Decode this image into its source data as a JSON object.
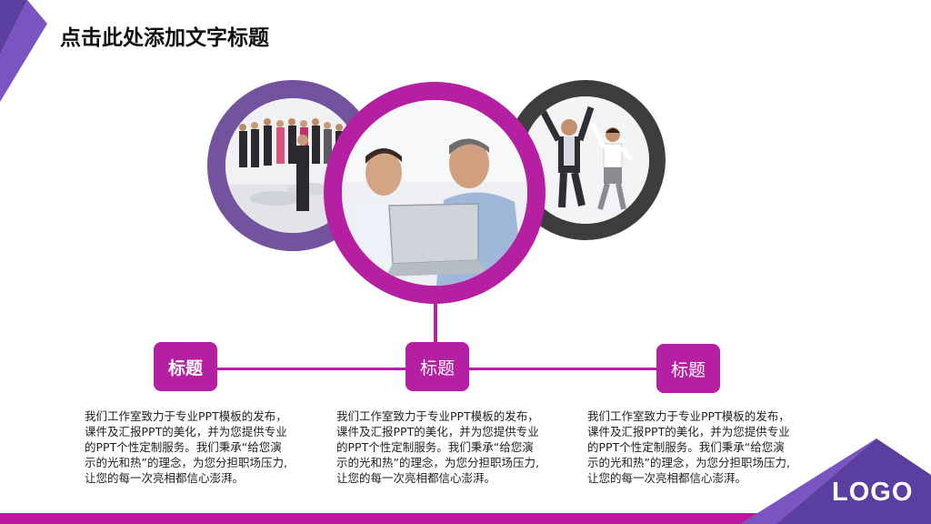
{
  "slide": {
    "title": "点击此处添加文字标题",
    "accent_color": "#b51fa2",
    "secondary_color": "#73529e",
    "dark_color": "#3d3d3d"
  },
  "images": [
    {
      "name": "business-crowd-photo"
    },
    {
      "name": "two-men-laptop-photo"
    },
    {
      "name": "jumping-businesspeople-photo"
    }
  ],
  "cards": [
    {
      "tag": "标题",
      "text": "我们工作室致力于专业PPT模板的发布，课件及汇报PPT的美化，并为您提供专业的PPT个性定制服务。我们秉承“给您演示的光和热”的理念，为您分担职场压力,让您的每一次亮相都信心澎湃。"
    },
    {
      "tag": "标题",
      "text": "我们工作室致力于专业PPT模板的发布，课件及汇报PPT的美化，并为您提供专业的PPT个性定制服务。我们秉承“给您演示的光和热”的理念，为您分担职场压力,让您的每一次亮相都信心澎湃。"
    },
    {
      "tag": "标题",
      "text": "我们工作室致力于专业PPT模板的发布，课件及汇报PPT的美化，并为您提供专业的PPT个性定制服务。我们秉承“给您演示的光和热”的理念，为您分担职场压力,让您的每一次亮相都信心澎湃。"
    }
  ],
  "logo": "LOGO"
}
